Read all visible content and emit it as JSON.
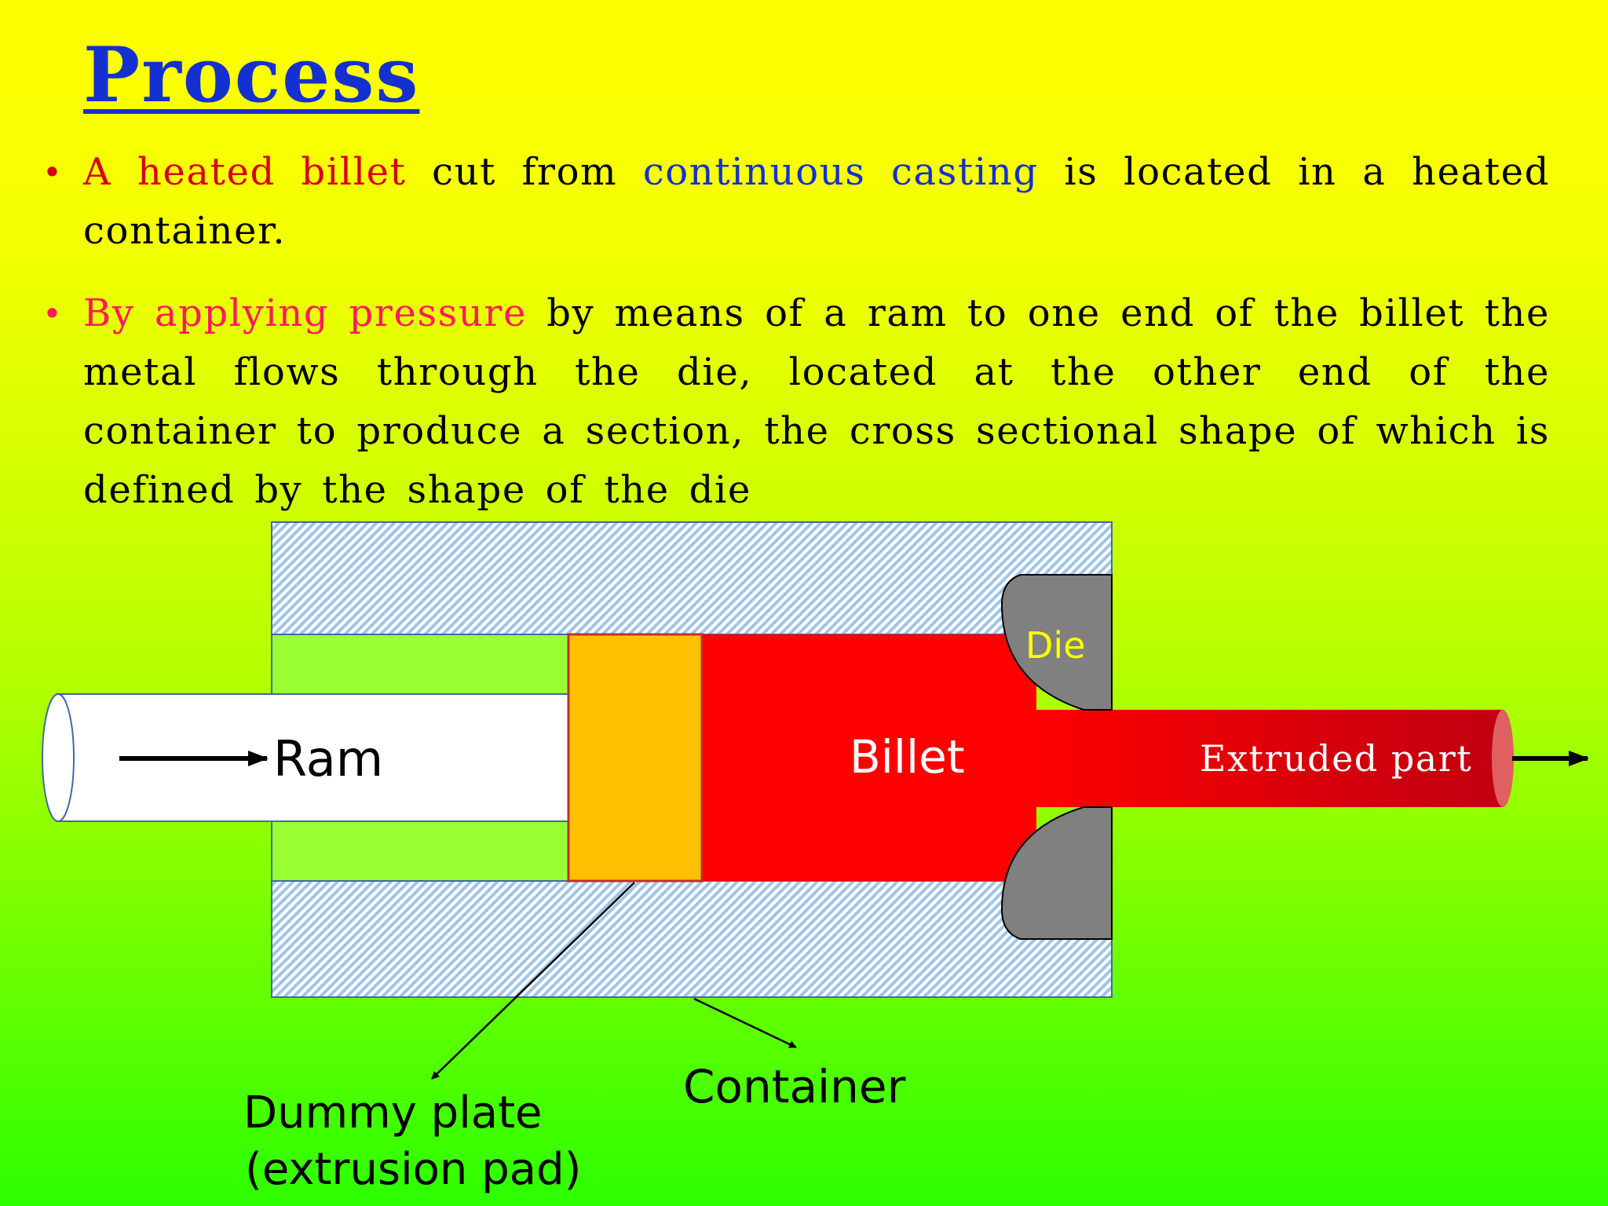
{
  "title": "Process",
  "bullets": [
    {
      "parts": [
        {
          "text": "A heated billet",
          "color": "#d80010"
        },
        {
          "text": " cut from ",
          "color": "#000000"
        },
        {
          "text": "continuous casting",
          "color": "#1530d0"
        },
        {
          "text": " is located in a heated container.",
          "color": "#000000"
        }
      ]
    },
    {
      "parts": [
        {
          "text": "By applying pressure",
          "color": "#ff1a5a"
        },
        {
          "text": " by means of a ram to one end of the billet the metal flows through the die, located at the other end of the container to produce a section, the cross sectional shape of which is defined by the shape of the die",
          "color": "#000000"
        }
      ]
    }
  ],
  "diagram": {
    "labels": {
      "ram": "Ram",
      "billet": "Billet",
      "die": "Die",
      "extruded_part": "Extruded part",
      "container": "Container",
      "dummy_plate_line1": "Dummy plate",
      "dummy_plate_line2": "(extrusion pad)"
    },
    "colors": {
      "container_hatch": "#9fc4e8",
      "container_gap": "#99ff33",
      "ram": "#ffffff",
      "dummy_plate": "#ffc000",
      "billet": "#ff0000",
      "die": "#808080",
      "die_label": "#ffff00",
      "extruded_part_end": "#c00010"
    }
  }
}
